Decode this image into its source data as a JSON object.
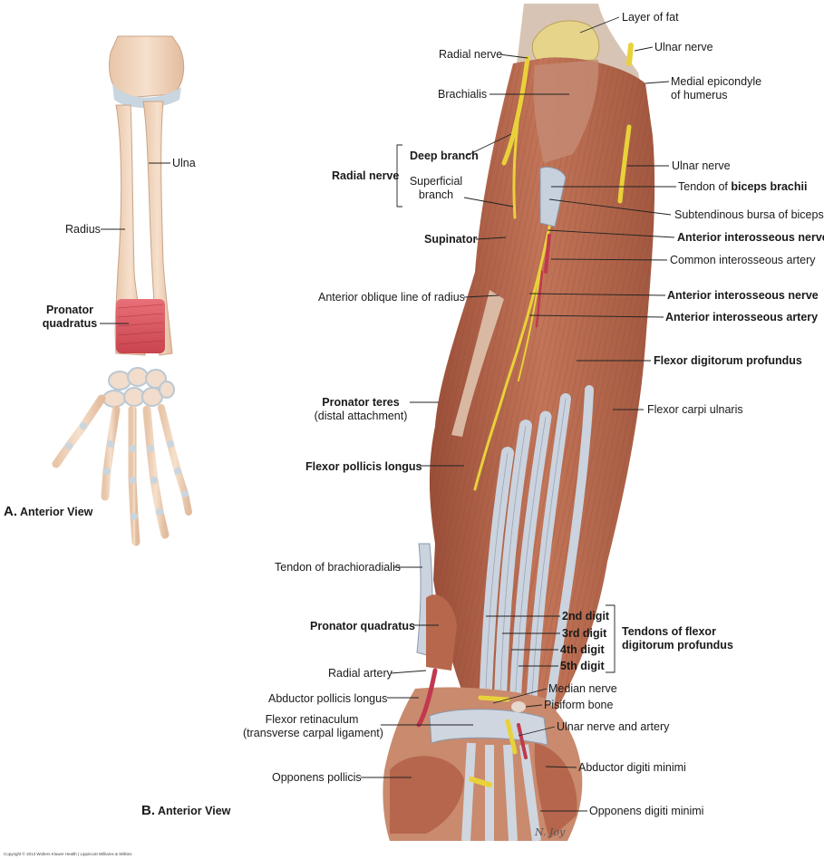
{
  "colors": {
    "bone": "#f3d8c0",
    "bone_shadow": "#dcb69a",
    "cartilage": "#c9d6e0",
    "pronator_quadratus": "#e05a62",
    "muscle": "#b8644a",
    "muscle_dark": "#8e4a36",
    "tendon": "#c9d1dc",
    "nerve": "#e8d23a",
    "artery": "#c0394e",
    "fat": "#e6d48a",
    "leader": "#222222"
  },
  "figure_a": {
    "labels": {
      "ulna": "Ulna",
      "radius": "Radius",
      "pronator_quadratus_1": "Pronator",
      "pronator_quadratus_2": "quadratus"
    },
    "view_letter": "A.",
    "view_text": "Anterior View"
  },
  "figure_b": {
    "labels": {
      "layer_of_fat": "Layer of fat",
      "radial_nerve_top": "Radial nerve",
      "ulnar_nerve_top": "Ulnar nerve",
      "medial_epicondyle_1": "Medial epicondyle",
      "medial_epicondyle_2": "of humerus",
      "brachialis": "Brachialis",
      "deep_branch": "Deep branch",
      "radial_nerve_group": "Radial nerve",
      "superficial_branch_1": "Superficial",
      "superficial_branch_2": "branch",
      "ulnar_nerve_mid": "Ulnar nerve",
      "tendon_biceps_prefix": "Tendon of ",
      "tendon_biceps_bold": "biceps brachii",
      "subtendinous_bursa": "Subtendinous bursa of biceps",
      "supinator": "Supinator",
      "anterior_interosseous_nerve_1": "Anterior interosseous nerve",
      "common_interosseous_artery": "Common interosseous artery",
      "anterior_oblique_line": "Anterior oblique line of radius",
      "anterior_interosseous_nerve_2": "Anterior interosseous nerve",
      "anterior_interosseous_artery": "Anterior interosseous artery",
      "flexor_digitorum_profundus": "Flexor digitorum profundus",
      "pronator_teres_1": "Pronator teres",
      "pronator_teres_2": "(distal attachment)",
      "flexor_carpi_ulnaris": "Flexor carpi ulnaris",
      "flexor_pollicis_longus": "Flexor pollicis longus",
      "tendon_brachioradialis": "Tendon of brachioradialis",
      "digit_2": "2nd digit",
      "digit_3": "3rd digit",
      "digit_4": "4th digit",
      "digit_5": "5th digit",
      "tendons_fdp_1": "Tendons of flexor",
      "tendons_fdp_2": "digitorum profundus",
      "pronator_quadratus": "Pronator quadratus",
      "radial_artery": "Radial artery",
      "median_nerve": "Median nerve",
      "abductor_pollicis_longus": "Abductor pollicis longus",
      "pisiform_bone": "Pisiform bone",
      "flexor_retinaculum_1": "Flexor retinaculum",
      "flexor_retinaculum_2": "(transverse carpal ligament)",
      "ulnar_nerve_and_artery": "Ulnar nerve and artery",
      "opponens_pollicis": "Opponens pollicis",
      "abductor_digiti_minimi": "Abductor digiti minimi",
      "opponens_digiti_minimi": "Opponens digiti minimi"
    },
    "view_letter": "B.",
    "view_text": "Anterior View",
    "signature": "N. Joy"
  },
  "copyright": "Copyright © 2013 Wolters Kluwer Health | Lippincott Williams & Wilkins"
}
